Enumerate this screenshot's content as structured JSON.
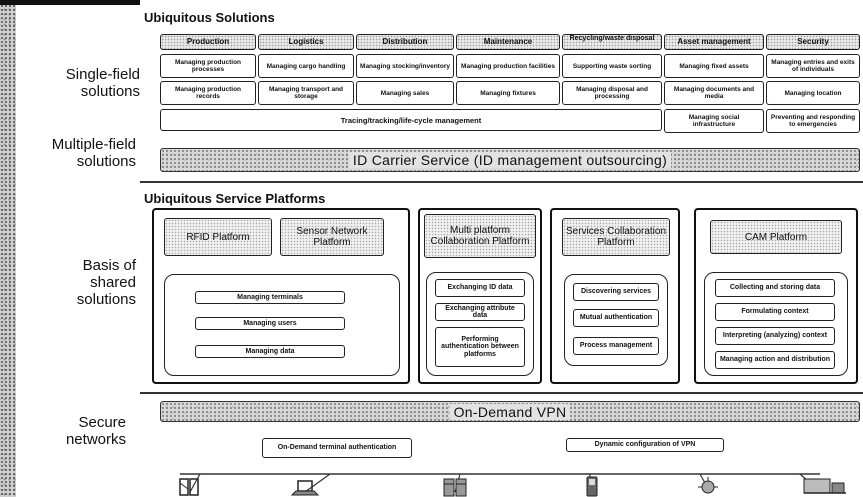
{
  "side_labels": {
    "single_field": "Single-field\nsolutions",
    "multiple_field": "Multiple-field\nsolutions",
    "shared": "Basis of\nshared\nsolutions",
    "secure": "Secure\nnetworks"
  },
  "ubiquitous_solutions": {
    "title": "Ubiquitous Solutions",
    "columns": [
      {
        "label": "Production",
        "row1": "Managing production processes",
        "row2": "Managing production records"
      },
      {
        "label": "Logistics",
        "row1": "Managing cargo handling",
        "row2": "Managing transport and storage"
      },
      {
        "label": "Distribution",
        "row1": "Managing stocking/inventory",
        "row2": "Managing sales"
      },
      {
        "label": "Maintenance",
        "row1": "Managing production facilities",
        "row2": "Managing fixtures"
      },
      {
        "label": "Recycling/waste disposal",
        "row1": "Supporting waste sorting",
        "row2": "Managing disposal and processing"
      },
      {
        "label": "Asset management",
        "row1": "Managing fixed assets",
        "row2": "Managing documents and media"
      },
      {
        "label": "Security",
        "row1": "Managing entries and exits of individuals",
        "row2": "Managing location"
      }
    ],
    "tracing_bar": "Tracing/tracking/life-cycle management",
    "asset_row3": "Managing social infrastructure",
    "security_row3": "Preventing and responding to emergencies",
    "id_carrier": "ID Carrier Service (ID management outsourcing)"
  },
  "service_platforms": {
    "title": "Ubiquitous Service Platforms",
    "rfid": "RFID Platform",
    "sensor": "Sensor Network Platform",
    "sensor_funcs": [
      "Managing terminals",
      "Managing users",
      "Managing data"
    ],
    "multi": "Multi platform Collaboration Platform",
    "multi_funcs": [
      "Exchanging ID data",
      "Exchanging attribute data",
      "Performing authentication between platforms"
    ],
    "services": "Services Collaboration Platform",
    "services_funcs": [
      "Discovering services",
      "Mutual authentication",
      "Process management"
    ],
    "cam": "CAM Platform",
    "cam_funcs": [
      "Collecting and storing data",
      "Formulating context",
      "Interpreting (analyzing) context",
      "Managing action and distribution"
    ]
  },
  "secure_networks": {
    "vpn": "On-Demand VPN",
    "terminal_auth": "On-Demand terminal authentication",
    "dynamic_vpn": "Dynamic configuration of VPN"
  }
}
